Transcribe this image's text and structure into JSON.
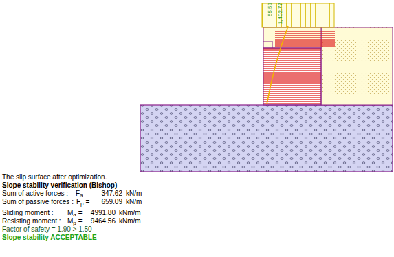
{
  "diagram": {
    "labels": [
      "55.53",
      "1,402.77",
      "The slip surface after optimization.",
      "Slope stability verification (Bishop)",
      "Sum of active forces :",
      "F",
      "a",
      "=",
      "347.62",
      "kN/m",
      "Sum of passive forces :",
      "F",
      "p",
      "=",
      "659.09",
      "kN/m",
      "Sliding moment :",
      "M",
      "a",
      "=",
      "4991.80",
      "kNm/m",
      "Resisting moment :",
      "M",
      "p",
      "=",
      "9464.56",
      "kNm/m",
      "Factor of safety = 1.90 > 1.50",
      "Slope stability ACCEPTABLE"
    ]
  }
}
